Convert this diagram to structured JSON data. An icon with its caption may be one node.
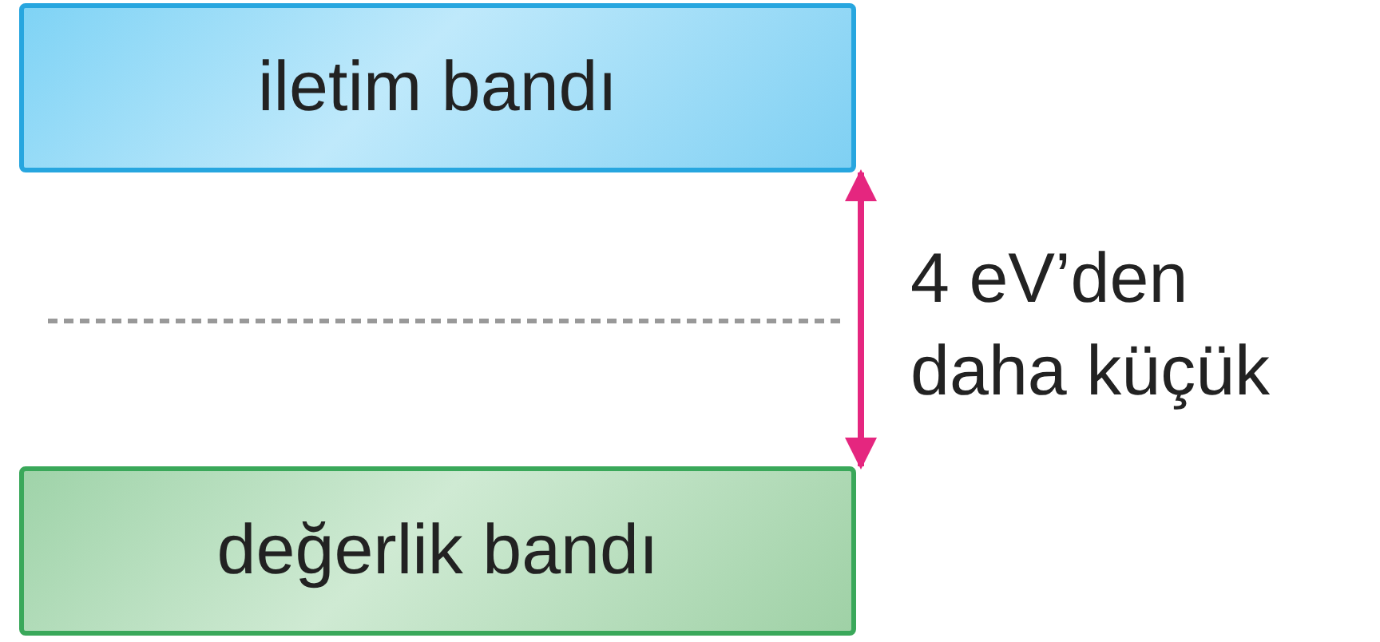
{
  "diagram": {
    "nodes": [
      {
        "text": [
          "iletim bandı"
        ]
      },
      {
        "text": [
          "değerlik bandı"
        ]
      }
    ],
    "edges": [
      {
        "from": 0,
        "to": 1,
        "arrow": "both",
        "label": "4 eV’den daha küçük",
        "color": "#e5267f"
      }
    ]
  }
}
